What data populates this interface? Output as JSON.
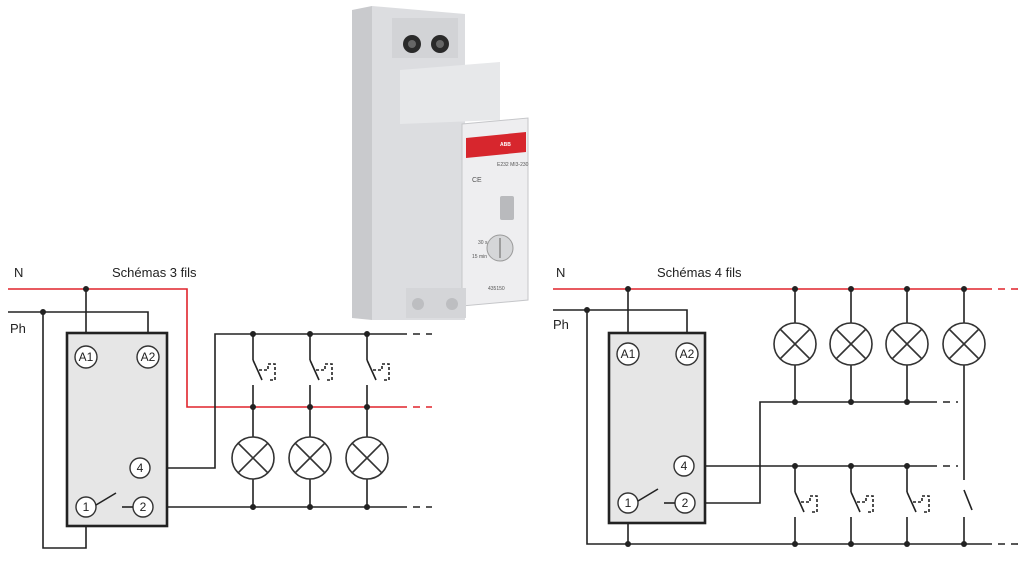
{
  "left": {
    "title": "Schémas 3 fils",
    "neutral_label": "N",
    "phase_label": "Ph",
    "terminals": {
      "a1": "A1",
      "a2": "A2",
      "t4": "4",
      "t1": "1",
      "t2": "2"
    }
  },
  "right": {
    "title": "Schémas 4 fils",
    "neutral_label": "N",
    "phase_label": "Ph",
    "terminals": {
      "a1": "A1",
      "a2": "A2",
      "t4": "4",
      "t1": "1",
      "t2": "2"
    }
  },
  "device": {
    "brand": "ABB",
    "model": "E232 MI3-230",
    "ce_mark": "CE",
    "setting_top": "30 s",
    "setting_bottom": "15 min",
    "serial": "435150"
  },
  "colors": {
    "neutral_wire": "#e0242c",
    "wire": "#222222",
    "relay_fill": "#e6e6e6",
    "brand_red": "#d7262d"
  }
}
